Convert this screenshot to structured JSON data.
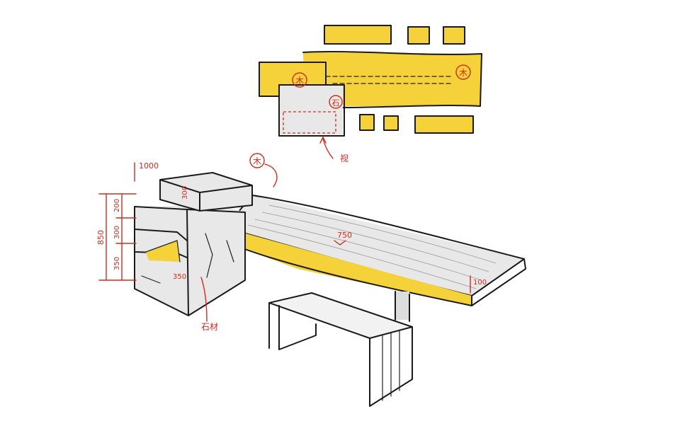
{
  "colors": {
    "ink": "#1a1a1a",
    "annotation": "#d42a1e",
    "wood": "#f5d13a",
    "stone": "#e8e8e8"
  },
  "plan": {
    "wood_marker_left": "木",
    "wood_marker_right": "木",
    "stone_marker": "石",
    "view_arrow_label": "视"
  },
  "perspective": {
    "wood_marker": "木",
    "stone_label": "石材",
    "dimensions": {
      "top_height": "1000",
      "total_height": "850",
      "seg_1": "200",
      "seg_2": "300",
      "seg_3": "350",
      "depth": "350",
      "table_height": "750",
      "slab_thickness": "100",
      "box_width": "300"
    }
  }
}
